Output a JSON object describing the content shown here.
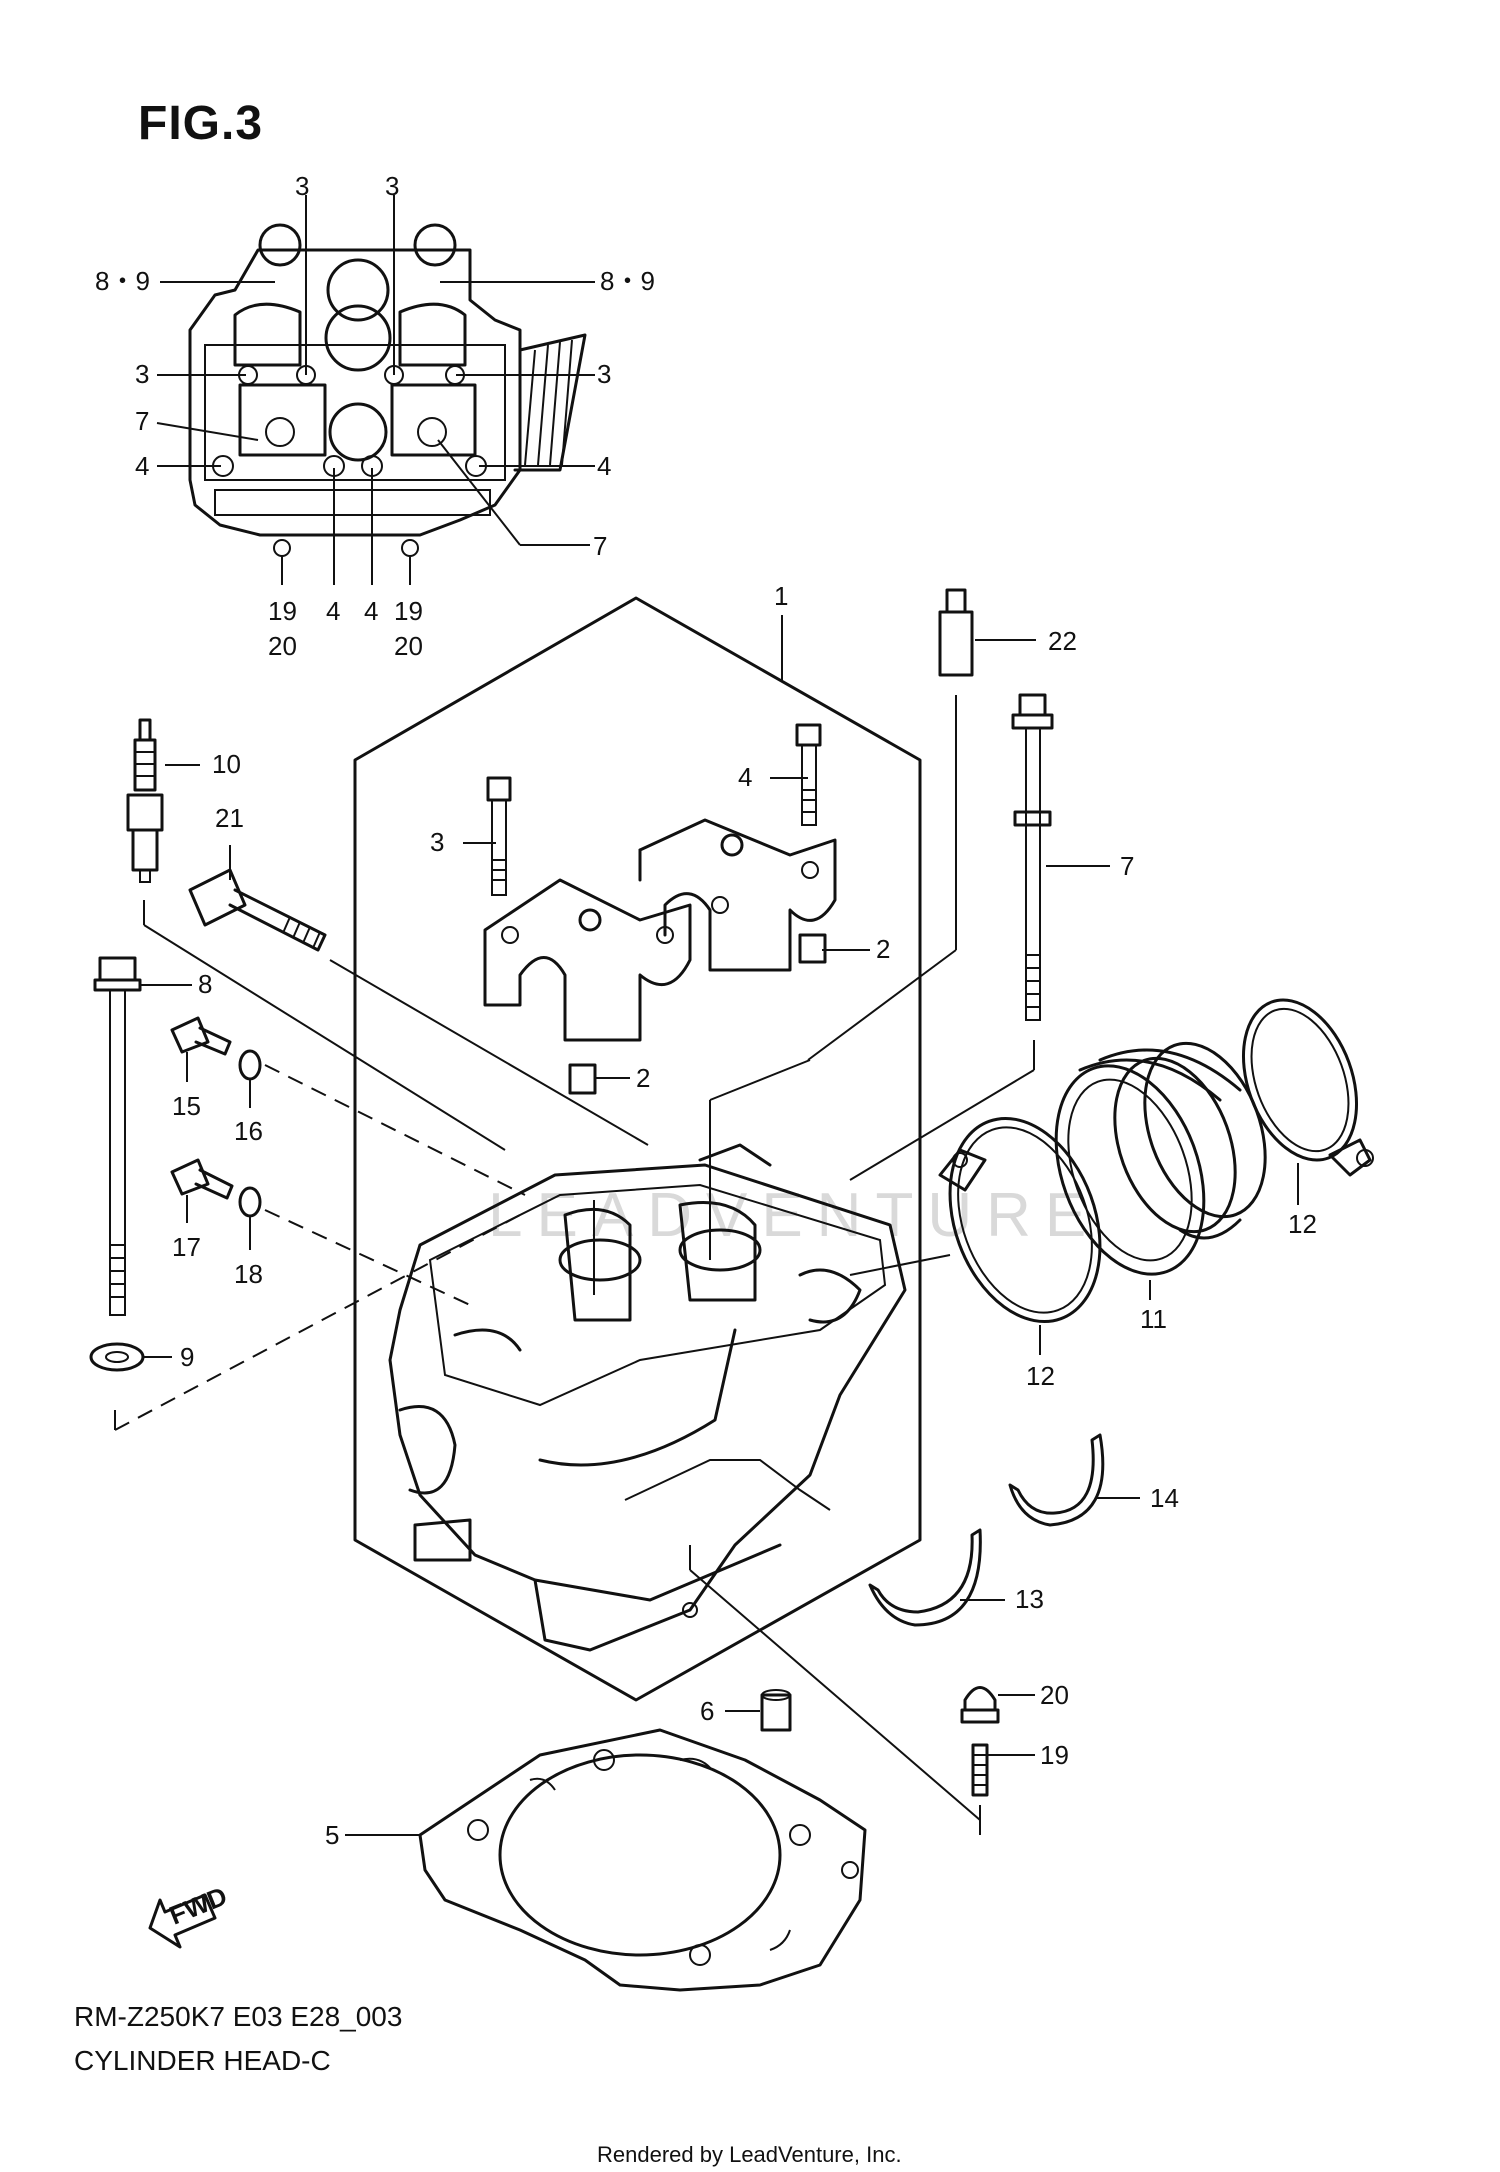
{
  "figure_title": "FIG.3",
  "model_code": "RM-Z250K7 E03 E28_003",
  "section_name": "CYLINDER HEAD-C",
  "footer": "Rendered by LeadVenture, Inc.",
  "watermark": "LEADVENTURE",
  "fwd_label": "FWD",
  "callouts": {
    "inset_3a": "3",
    "inset_3b": "3",
    "inset_3c": "3",
    "inset_3d": "3",
    "inset_89a": "8・9",
    "inset_89b": "8・9",
    "inset_7a": "7",
    "inset_7b": "7",
    "inset_4a": "4",
    "inset_4b": "4",
    "inset_4c": "4",
    "inset_4d": "4",
    "inset_19a": "19",
    "inset_20a": "20",
    "inset_19b": "19",
    "inset_20b": "20",
    "p1": "1",
    "p22": "22",
    "p10": "10",
    "p21": "21",
    "p4": "4",
    "p3": "3",
    "p7": "7",
    "p2a": "2",
    "p2b": "2",
    "p8": "8",
    "p15": "15",
    "p16": "16",
    "p17": "17",
    "p18": "18",
    "p12a": "12",
    "p12b": "12",
    "p11": "11",
    "p9": "9",
    "p14": "14",
    "p13": "13",
    "p20": "20",
    "p19": "19",
    "p6": "6",
    "p5": "5"
  }
}
